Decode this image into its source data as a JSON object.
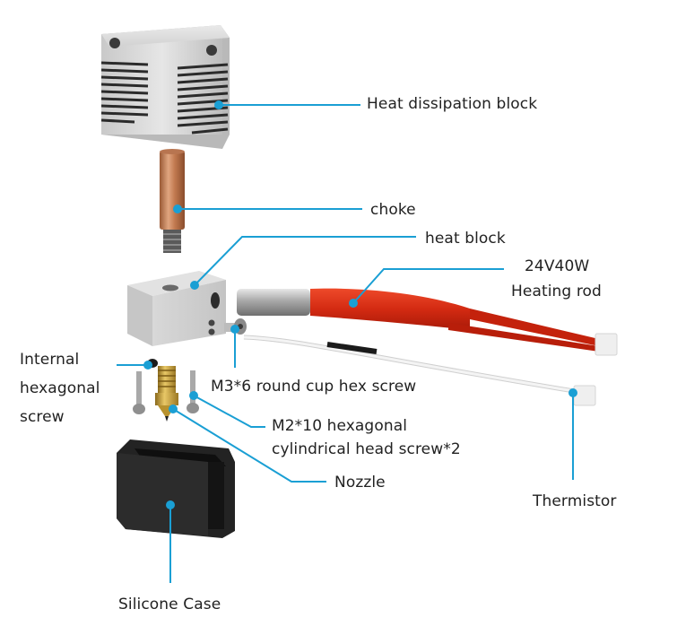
{
  "diagram": {
    "accent_color": "#1a9fd4",
    "parts": [
      {
        "id": "heat-dissipation-block",
        "label": "Heat dissipation block"
      },
      {
        "id": "choke",
        "label": "choke"
      },
      {
        "id": "heat-block",
        "label": "heat block"
      },
      {
        "id": "heating-rod",
        "label_line1": "24V40W",
        "label_line2": "Heating rod"
      },
      {
        "id": "internal-hex-screw",
        "label_line1": "Internal",
        "label_line2": "hexagonal",
        "label_line3": "screw"
      },
      {
        "id": "m3-screw",
        "label": "M3*6 round cup hex screw"
      },
      {
        "id": "m2-screw",
        "label_line1": "M2*10 hexagonal",
        "label_line2": "cylindrical head screw*2"
      },
      {
        "id": "nozzle",
        "label": "Nozzle"
      },
      {
        "id": "thermistor",
        "label": "Thermistor"
      },
      {
        "id": "silicone-case",
        "label": "Silicone Case"
      }
    ]
  }
}
